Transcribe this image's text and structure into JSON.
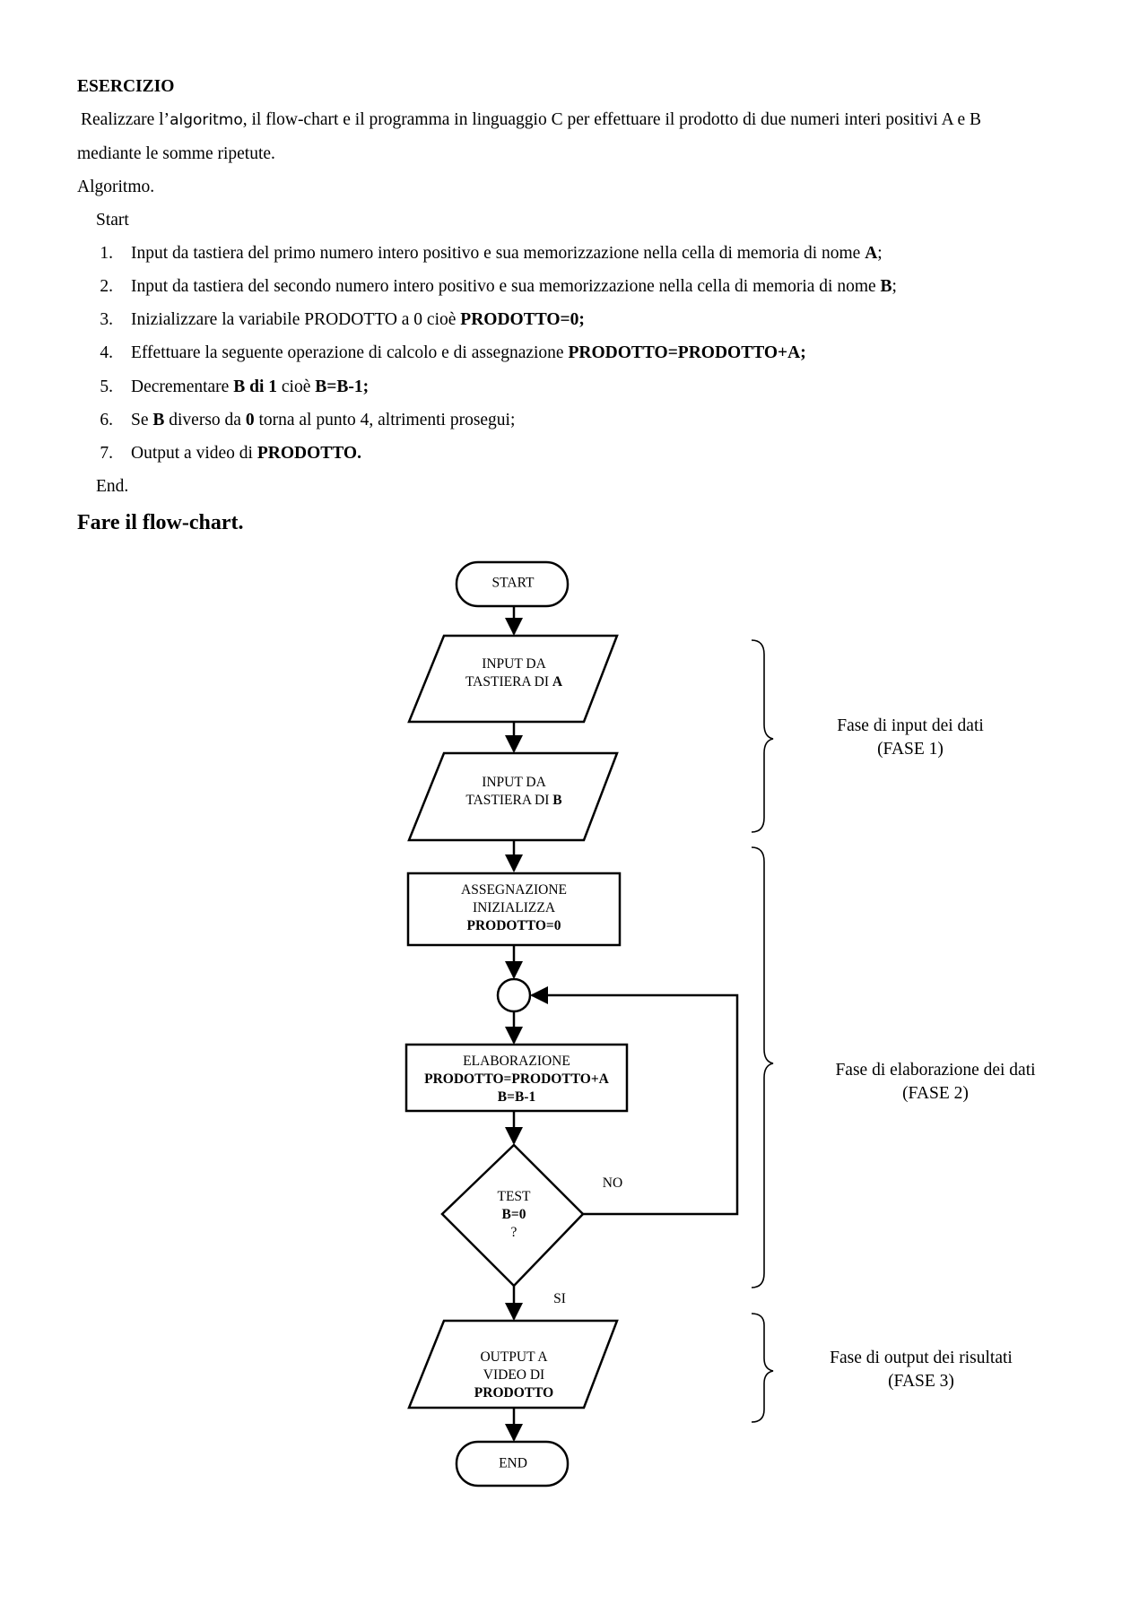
{
  "exercise": {
    "title": "ESERCIZIO",
    "desc_line1_a": "Realizzare l’",
    "desc_line1_b": "algoritmo",
    "desc_line1_c": ", il flow-chart e il programma in linguaggio C per effettuare il prodotto di due numeri interi positivi A e B",
    "desc_line2": "mediante le somme ripetute."
  },
  "algorithm": {
    "label": "Algoritmo.",
    "start": "Start",
    "end": "End.",
    "steps": [
      {
        "num": "1.",
        "a": "Input da tastiera del primo numero intero positivo e sua memorizzazione nella cella di memoria di nome ",
        "b": "A",
        "c": ";",
        "d": "",
        "e": ""
      },
      {
        "num": "2.",
        "a": "Input da tastiera del secondo numero intero positivo e sua memorizzazione nella cella di memoria di nome ",
        "b": "B",
        "c": ";",
        "d": "",
        "e": ""
      },
      {
        "num": "3.",
        "a": "Inizializzare la variabile PRODOTTO a 0 cioè ",
        "b": "PRODOTTO=0;",
        "c": "",
        "d": "",
        "e": ""
      },
      {
        "num": "4.",
        "a": "Effettuare la seguente operazione di calcolo e di assegnazione ",
        "b": "PRODOTTO=PRODOTTO+A;",
        "c": "",
        "d": "",
        "e": ""
      },
      {
        "num": "5.",
        "a": "Decrementare ",
        "b": "B di 1",
        "c": " cioè ",
        "d": "B=B-1;",
        "e": ""
      },
      {
        "num": "6.",
        "a": "Se ",
        "b": "B",
        "c": " diverso da ",
        "d": "0",
        "e": " torna al punto 4, altrimenti prosegui;"
      },
      {
        "num": "7.",
        "a": "Output a video di ",
        "b": "PRODOTTO.",
        "c": "",
        "d": "",
        "e": ""
      }
    ]
  },
  "flowchart_heading": "Fare il flow-chart.",
  "flowchart": {
    "start": "START",
    "input_a": {
      "l1": "INPUT DA",
      "l2": "TASTIERA DI ",
      "l2b": "A"
    },
    "input_b": {
      "l1": "INPUT DA",
      "l2": "TASTIERA DI ",
      "l2b": "B"
    },
    "init": {
      "l1": "ASSEGNAZIONE",
      "l2": "INIZIALIZZA",
      "l3": "PRODOTTO=0"
    },
    "process": {
      "l1": "ELABORAZIONE",
      "l2": "PRODOTTO=PRODOTTO+A",
      "l3": "B=B-1"
    },
    "test": {
      "l1": "TEST",
      "l2": "B=0",
      "l3": "?"
    },
    "no_label": "NO",
    "yes_label": "SI",
    "output": {
      "l1": "OUTPUT A",
      "l2": "VIDEO DI",
      "l3": "PRODOTTO"
    },
    "end": "END",
    "phase1": {
      "l1": "Fase di input dei dati",
      "l2": "(FASE 1)"
    },
    "phase2": {
      "l1": "Fase di elaborazione  dei dati",
      "l2": "(FASE 2)"
    },
    "phase3": {
      "l1": "Fase di output dei risultati",
      "l2": "(FASE 3)"
    }
  }
}
